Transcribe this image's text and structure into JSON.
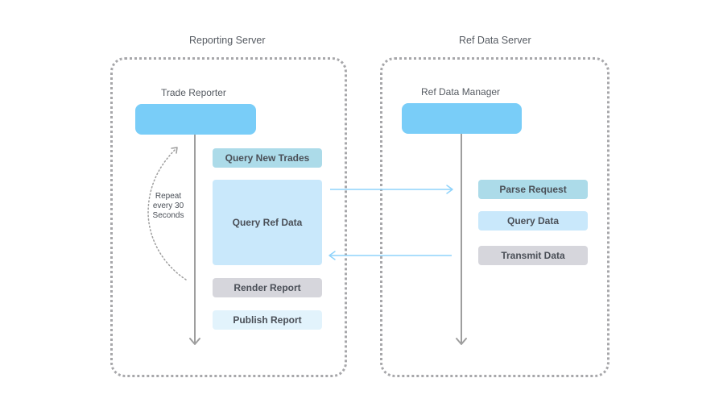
{
  "reporting_server": {
    "title": "Reporting Server",
    "actor": "Trade Reporter",
    "steps": [
      {
        "label": "Query New Trades",
        "color": "#acdbe9"
      },
      {
        "label": "Query Ref Data",
        "color": "#c9e8fb"
      },
      {
        "label": "Render Report",
        "color": "#d6d6dc"
      },
      {
        "label": "Publish Report",
        "color": "#e2f3fc"
      }
    ],
    "loop_note": "Repeat every 30 Seconds"
  },
  "ref_data_server": {
    "title": "Ref Data Server",
    "actor": "Ref Data Manager",
    "steps": [
      {
        "label": "Parse Request",
        "color": "#acdbe9"
      },
      {
        "label": "Query Data",
        "color": "#c9e8fb"
      },
      {
        "label": "Transmit Data",
        "color": "#d6d6dc"
      }
    ]
  },
  "colors": {
    "actor": "#79cdf8",
    "message_arrow": "#8fd3fb",
    "lifeline": "#9e9e9e",
    "border": "#a7a7aa"
  }
}
